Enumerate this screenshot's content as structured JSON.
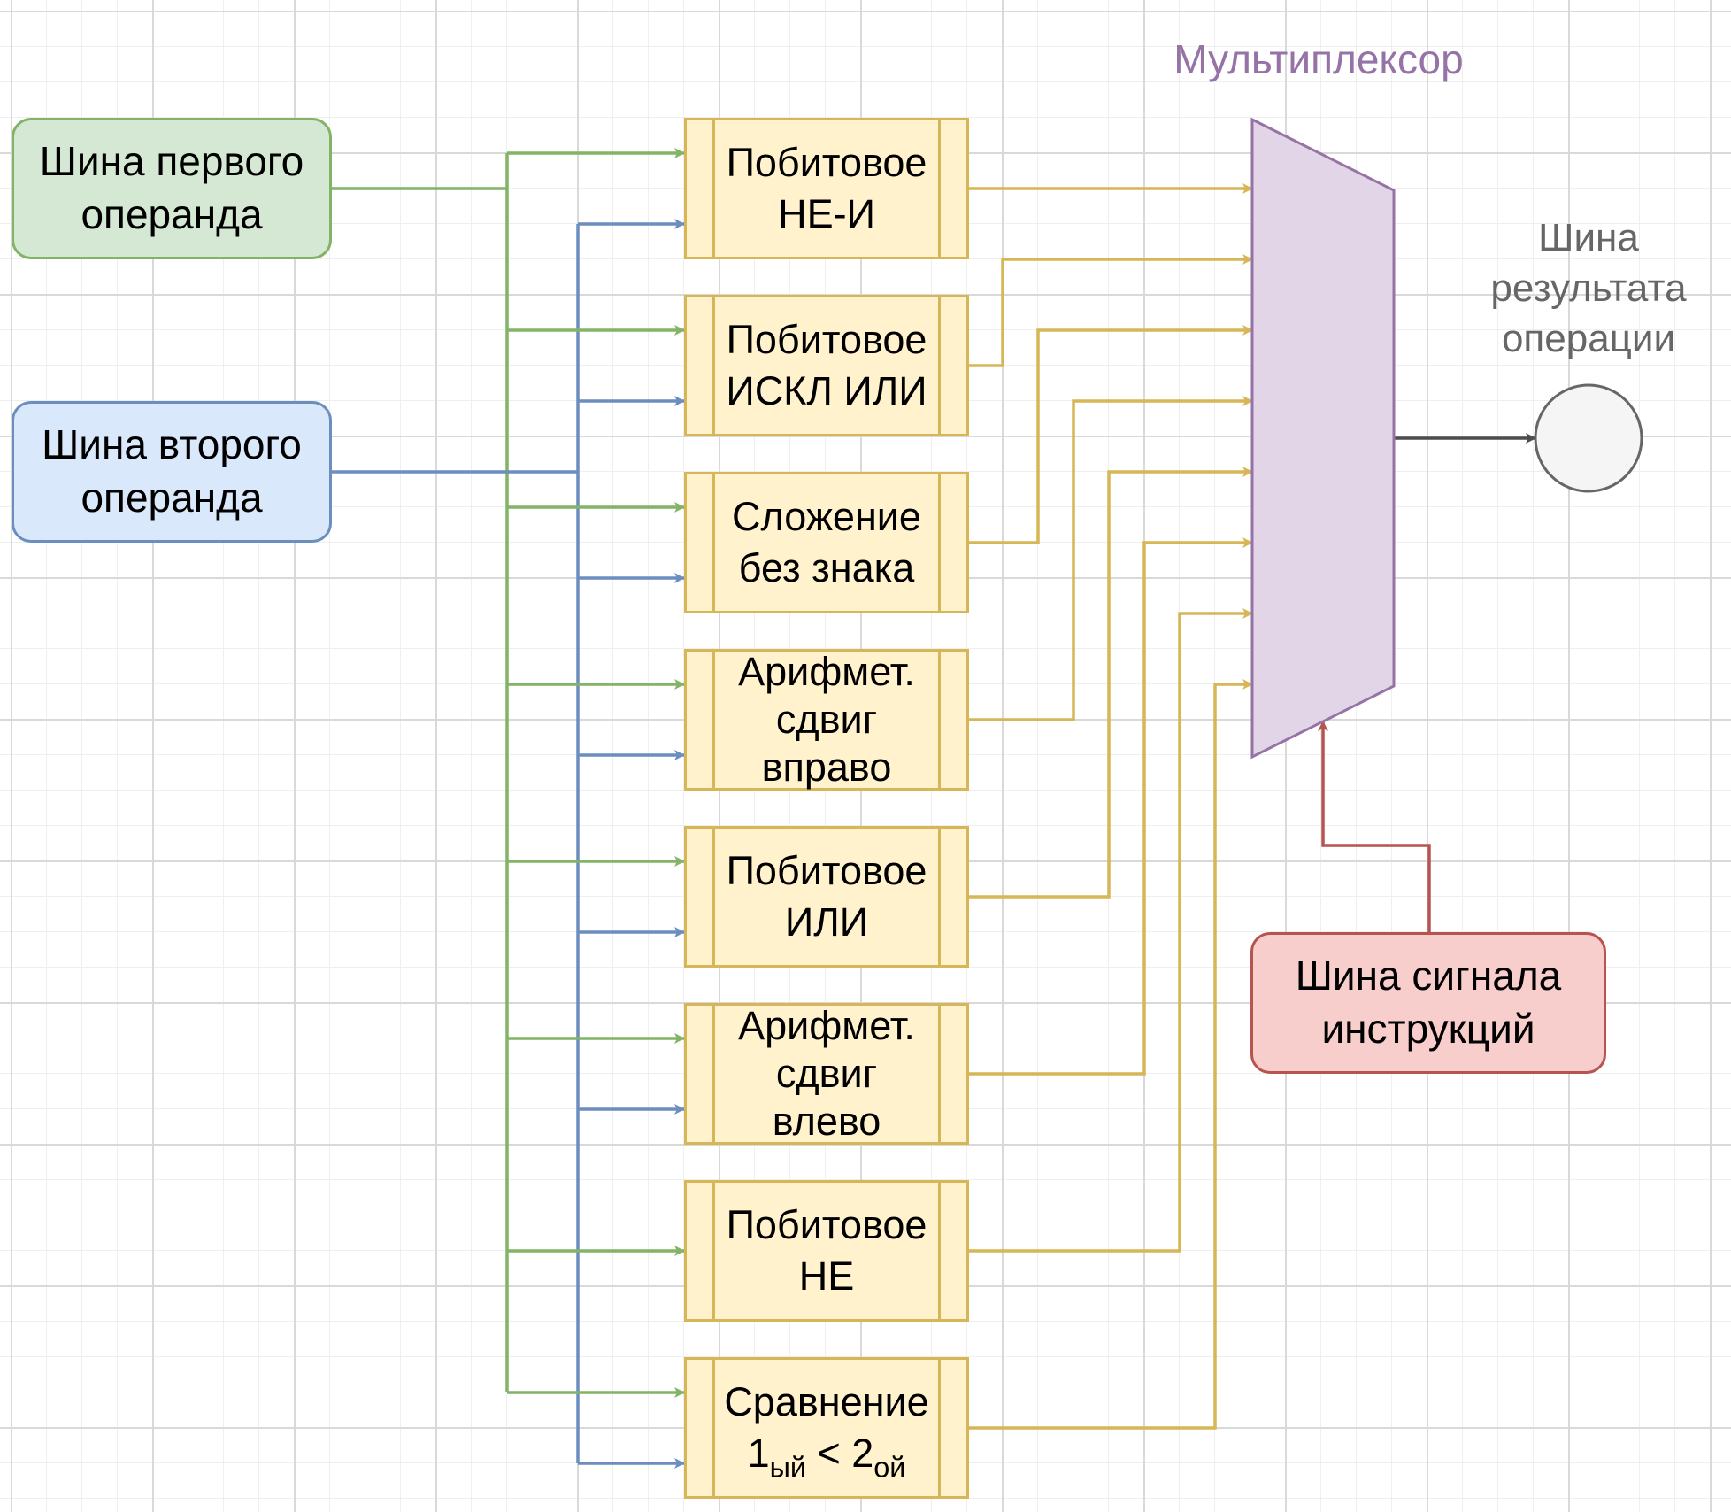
{
  "buses": {
    "first_operand": "Шина первого\nоперанда",
    "second_operand": "Шина второго\nоперанда",
    "instruction_signal": "Шина сигнала\nинструкций"
  },
  "operations": [
    "Побитовое\nНЕ-И",
    "Побитовое\nИСКЛ ИЛИ",
    "Сложение\nбез знака",
    "Арифмет.\nсдвиг\nвправо",
    "Побитовое\nИЛИ",
    "Арифмет.\nсдвиг\nвлево",
    "Побитовое\nНЕ"
  ],
  "compare": {
    "label": "Сравнение",
    "lhs": "1",
    "lhs_sub": "ый",
    "op": " < ",
    "rhs": "2",
    "rhs_sub": "ой"
  },
  "multiplexer": {
    "title": "Мультиплексор"
  },
  "result": {
    "title": "Шина\nрезультата\nоперации"
  },
  "colors": {
    "first_operand_wire": "#82b366",
    "second_operand_wire": "#6c8ebf",
    "op_output_wire": "#d6b656",
    "result_wire": "#4d4d4d",
    "instruction_wire": "#b85450",
    "mux_fill": "#e1d5e7",
    "mux_stroke": "#9673a6"
  }
}
